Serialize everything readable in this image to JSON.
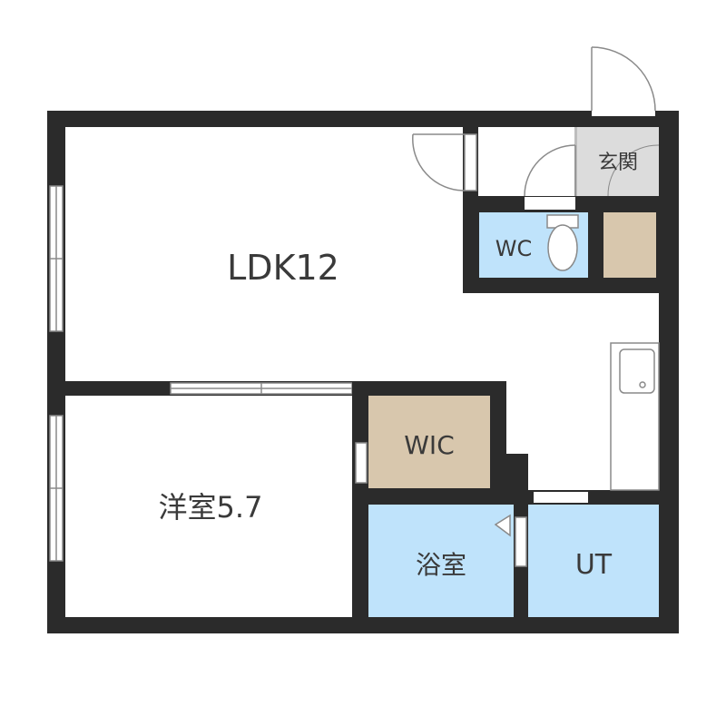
{
  "rooms": {
    "ldk": "LDK12",
    "western_room": "洋室5.7",
    "wic": "WIC",
    "wc": "WC",
    "entrance": "玄関",
    "bath": "浴室",
    "ut": "UT"
  },
  "colors": {
    "wall": "#2b2b2b",
    "floor": "#ffffff",
    "wet_area": "#bfe3fb",
    "closet": "#d8c7ad",
    "entrance": "#dcdcdc",
    "fixture_line": "#8a8a8a"
  }
}
